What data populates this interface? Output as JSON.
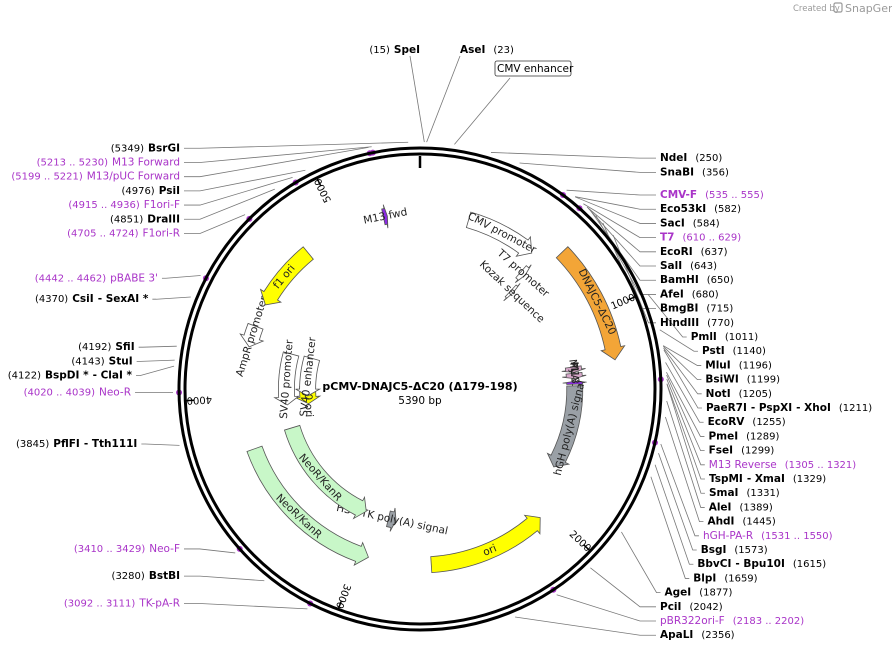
{
  "app": {
    "credit": "Created by",
    "brand": "SnapGene"
  },
  "plasmid": {
    "name": "pCMV-DNAJC5-ΔC20 (Δ179-198)",
    "length_label": "5390 bp",
    "length": 5390
  },
  "ruler": [
    {
      "bp": 1000,
      "label": "1000"
    },
    {
      "bp": 2000,
      "label": "2000"
    },
    {
      "bp": 3000,
      "label": "3000"
    },
    {
      "bp": 4000,
      "label": "4000"
    },
    {
      "bp": 5000,
      "label": "5000"
    }
  ],
  "labels": [
    {
      "id": "SpeI",
      "side": "top",
      "color": "black",
      "parts": [
        {
          "t": "(15)",
          "k": "p"
        },
        {
          "t": "SpeI",
          "k": "e"
        }
      ],
      "bp": 15
    },
    {
      "id": "AseI",
      "side": "top",
      "color": "black",
      "parts": [
        {
          "t": "AseI",
          "k": "e"
        },
        {
          "t": "(23)",
          "k": "p"
        }
      ],
      "bp": 23
    },
    {
      "id": "BsrGI",
      "side": "left",
      "color": "black",
      "parts": [
        {
          "t": "(5349)",
          "k": "p"
        },
        {
          "t": "BsrGI",
          "k": "e"
        }
      ],
      "bp": 5349
    },
    {
      "id": "CMVenh",
      "side": "box",
      "color": "black",
      "parts": [
        {
          "t": "CMV enhancer",
          "k": "f"
        }
      ],
      "bp": 120
    },
    {
      "id": "NdeI",
      "side": "right",
      "color": "black",
      "parts": [
        {
          "t": "NdeI",
          "k": "e"
        },
        {
          "t": "(250)",
          "k": "p"
        }
      ],
      "bp": 250
    },
    {
      "id": "SnaBI",
      "side": "right",
      "color": "black",
      "parts": [
        {
          "t": "SnaBI",
          "k": "e"
        },
        {
          "t": "(356)",
          "k": "p"
        }
      ],
      "bp": 356
    },
    {
      "id": "CMVF",
      "side": "right",
      "color": "purple",
      "parts": [
        {
          "t": "CMV-F",
          "k": "e"
        },
        {
          "t": "(535 .. 555)",
          "k": "p"
        }
      ],
      "bp": 545
    },
    {
      "id": "Eco53kI",
      "side": "right",
      "color": "black",
      "parts": [
        {
          "t": "Eco53kI",
          "k": "e"
        },
        {
          "t": "(582)",
          "k": "p"
        }
      ],
      "bp": 582
    },
    {
      "id": "SacI",
      "side": "right",
      "color": "black",
      "parts": [
        {
          "t": "SacI",
          "k": "e"
        },
        {
          "t": "(584)",
          "k": "p"
        }
      ],
      "bp": 584
    },
    {
      "id": "T7",
      "side": "right",
      "color": "purple",
      "parts": [
        {
          "t": "T7",
          "k": "e"
        },
        {
          "t": "(610 .. 629)",
          "k": "p"
        }
      ],
      "bp": 620
    },
    {
      "id": "EcoRI",
      "side": "right",
      "color": "black",
      "parts": [
        {
          "t": "EcoRI",
          "k": "e"
        },
        {
          "t": "(637)",
          "k": "p"
        }
      ],
      "bp": 637
    },
    {
      "id": "SalI",
      "side": "right",
      "color": "black",
      "parts": [
        {
          "t": "SalI",
          "k": "e"
        },
        {
          "t": "(643)",
          "k": "p"
        }
      ],
      "bp": 643
    },
    {
      "id": "BamHI",
      "side": "right",
      "color": "black",
      "parts": [
        {
          "t": "BamHI",
          "k": "e"
        },
        {
          "t": "(650)",
          "k": "p"
        }
      ],
      "bp": 650
    },
    {
      "id": "AfeI",
      "side": "right",
      "color": "black",
      "parts": [
        {
          "t": "AfeI",
          "k": "e"
        },
        {
          "t": "(680)",
          "k": "p"
        }
      ],
      "bp": 680
    },
    {
      "id": "BmgBI",
      "side": "right",
      "color": "black",
      "parts": [
        {
          "t": "BmgBI",
          "k": "e"
        },
        {
          "t": "(715)",
          "k": "p"
        }
      ],
      "bp": 715
    },
    {
      "id": "HindIII",
      "side": "right",
      "color": "black",
      "parts": [
        {
          "t": "HindIII",
          "k": "e"
        },
        {
          "t": "(770)",
          "k": "p"
        }
      ],
      "bp": 770
    },
    {
      "id": "PmlI",
      "side": "right",
      "color": "black",
      "parts": [
        {
          "t": "PmlI",
          "k": "e"
        },
        {
          "t": "(1011)",
          "k": "p"
        }
      ],
      "bp": 1011
    },
    {
      "id": "PstI",
      "side": "right",
      "color": "black",
      "parts": [
        {
          "t": "PstI",
          "k": "e"
        },
        {
          "t": "(1140)",
          "k": "p"
        }
      ],
      "bp": 1140
    },
    {
      "id": "MluI",
      "side": "right",
      "color": "black",
      "parts": [
        {
          "t": "MluI",
          "k": "e"
        },
        {
          "t": "(1196)",
          "k": "p"
        }
      ],
      "bp": 1196
    },
    {
      "id": "BsiWI",
      "side": "right",
      "color": "black",
      "parts": [
        {
          "t": "BsiWI",
          "k": "e"
        },
        {
          "t": "(1199)",
          "k": "p"
        }
      ],
      "bp": 1199
    },
    {
      "id": "NotI",
      "side": "right",
      "color": "black",
      "parts": [
        {
          "t": "NotI",
          "k": "e"
        },
        {
          "t": "(1205)",
          "k": "p"
        }
      ],
      "bp": 1205
    },
    {
      "id": "PaeR7I",
      "side": "right",
      "color": "black",
      "parts": [
        {
          "t": "PaeR7I",
          "k": "e"
        },
        {
          "t": "- PspXI",
          "k": "e"
        },
        {
          "t": "- XhoI",
          "k": "e"
        },
        {
          "t": "(1211)",
          "k": "p"
        }
      ],
      "bp": 1211
    },
    {
      "id": "EcoRV",
      "side": "right",
      "color": "black",
      "parts": [
        {
          "t": "EcoRV",
          "k": "e"
        },
        {
          "t": "(1255)",
          "k": "p"
        }
      ],
      "bp": 1255
    },
    {
      "id": "PmeI",
      "side": "right",
      "color": "black",
      "parts": [
        {
          "t": "PmeI",
          "k": "e"
        },
        {
          "t": "(1289)",
          "k": "p"
        }
      ],
      "bp": 1289
    },
    {
      "id": "FseI",
      "side": "right",
      "color": "black",
      "parts": [
        {
          "t": "FseI",
          "k": "e"
        },
        {
          "t": "(1299)",
          "k": "p"
        }
      ],
      "bp": 1299
    },
    {
      "id": "M13Rev",
      "side": "right",
      "color": "purple",
      "parts": [
        {
          "t": "M13 Reverse",
          "k": "f"
        },
        {
          "t": "(1305 .. 1321)",
          "k": "p"
        }
      ],
      "bp": 1313
    },
    {
      "id": "TspMI",
      "side": "right",
      "color": "black",
      "parts": [
        {
          "t": "TspMI",
          "k": "e"
        },
        {
          "t": "- XmaI",
          "k": "e"
        },
        {
          "t": "(1329)",
          "k": "p"
        }
      ],
      "bp": 1329
    },
    {
      "id": "SmaI",
      "side": "right",
      "color": "black",
      "parts": [
        {
          "t": "SmaI",
          "k": "e"
        },
        {
          "t": "(1331)",
          "k": "p"
        }
      ],
      "bp": 1331
    },
    {
      "id": "AleI",
      "side": "right",
      "color": "black",
      "parts": [
        {
          "t": "AleI",
          "k": "e"
        },
        {
          "t": "(1389)",
          "k": "p"
        }
      ],
      "bp": 1389
    },
    {
      "id": "AhdI",
      "side": "right",
      "color": "black",
      "parts": [
        {
          "t": "AhdI",
          "k": "e"
        },
        {
          "t": "(1445)",
          "k": "p"
        }
      ],
      "bp": 1445
    },
    {
      "id": "hGHPAR",
      "side": "right",
      "color": "purple",
      "parts": [
        {
          "t": "hGH-PA-R",
          "k": "f"
        },
        {
          "t": "(1531 .. 1550)",
          "k": "p"
        }
      ],
      "bp": 1540
    },
    {
      "id": "BsgI",
      "side": "right",
      "color": "black",
      "parts": [
        {
          "t": "BsgI",
          "k": "e"
        },
        {
          "t": "(1573)",
          "k": "p"
        }
      ],
      "bp": 1573
    },
    {
      "id": "BbvCI",
      "side": "right",
      "color": "black",
      "parts": [
        {
          "t": "BbvCI",
          "k": "e"
        },
        {
          "t": "- Bpu10I",
          "k": "e"
        },
        {
          "t": "(1615)",
          "k": "p"
        }
      ],
      "bp": 1615
    },
    {
      "id": "BlpI",
      "side": "right",
      "color": "black",
      "parts": [
        {
          "t": "BlpI",
          "k": "e"
        },
        {
          "t": "(1659)",
          "k": "p"
        }
      ],
      "bp": 1659
    },
    {
      "id": "AgeI",
      "side": "right",
      "color": "black",
      "parts": [
        {
          "t": "AgeI",
          "k": "e"
        },
        {
          "t": "(1877)",
          "k": "p"
        }
      ],
      "bp": 1877
    },
    {
      "id": "PciI",
      "side": "right",
      "color": "black",
      "parts": [
        {
          "t": "PciI",
          "k": "e"
        },
        {
          "t": "(2042)",
          "k": "p"
        }
      ],
      "bp": 2042
    },
    {
      "id": "pBR322oriF",
      "side": "right",
      "color": "purple",
      "parts": [
        {
          "t": "pBR322ori-F",
          "k": "f"
        },
        {
          "t": "(2183 .. 2202)",
          "k": "p"
        }
      ],
      "bp": 2192
    },
    {
      "id": "ApaLI",
      "side": "right",
      "color": "black",
      "parts": [
        {
          "t": "ApaLI",
          "k": "e"
        },
        {
          "t": "(2356)",
          "k": "p"
        }
      ],
      "bp": 2356
    },
    {
      "id": "TKpAR",
      "side": "left",
      "color": "purple",
      "parts": [
        {
          "t": "(3092 .. 3111)",
          "k": "p"
        },
        {
          "t": "TK-pA-R",
          "k": "f"
        }
      ],
      "bp": 3101
    },
    {
      "id": "BstBI",
      "side": "left",
      "color": "black",
      "parts": [
        {
          "t": "(3280)",
          "k": "p"
        },
        {
          "t": "BstBI",
          "k": "e"
        }
      ],
      "bp": 3280
    },
    {
      "id": "NeoF",
      "side": "left",
      "color": "purple",
      "parts": [
        {
          "t": "(3410 .. 3429)",
          "k": "p"
        },
        {
          "t": "Neo-F",
          "k": "f"
        }
      ],
      "bp": 3420
    },
    {
      "id": "PflFI",
      "side": "left",
      "color": "black",
      "parts": [
        {
          "t": "(3845)",
          "k": "p"
        },
        {
          "t": "PflFI",
          "k": "e"
        },
        {
          "t": "- Tth111I",
          "k": "e"
        }
      ],
      "bp": 3845
    },
    {
      "id": "NeoR",
      "side": "left",
      "color": "purple",
      "parts": [
        {
          "t": "(4020 .. 4039)",
          "k": "p"
        },
        {
          "t": "Neo-R",
          "k": "f"
        }
      ],
      "bp": 4030
    },
    {
      "id": "BspDI",
      "side": "left",
      "color": "black",
      "parts": [
        {
          "t": "(4122)",
          "k": "p"
        },
        {
          "t": "BspDI *",
          "k": "e"
        },
        {
          "t": "- ClaI *",
          "k": "e"
        }
      ],
      "bp": 4122
    },
    {
      "id": "StuI",
      "side": "left",
      "color": "black",
      "parts": [
        {
          "t": "(4143)",
          "k": "p"
        },
        {
          "t": "StuI",
          "k": "e"
        }
      ],
      "bp": 4143
    },
    {
      "id": "SfiI",
      "side": "left",
      "color": "black",
      "parts": [
        {
          "t": "(4192)",
          "k": "p"
        },
        {
          "t": "SfiI",
          "k": "e"
        }
      ],
      "bp": 4192
    },
    {
      "id": "CsiI",
      "side": "left",
      "color": "black",
      "parts": [
        {
          "t": "(4370)",
          "k": "p"
        },
        {
          "t": "CsiI",
          "k": "e"
        },
        {
          "t": "- SexAI *",
          "k": "e"
        }
      ],
      "bp": 4370
    },
    {
      "id": "pBABE3",
      "side": "left",
      "color": "purple",
      "parts": [
        {
          "t": "(4442 .. 4462)",
          "k": "p"
        },
        {
          "t": "pBABE 3'",
          "k": "f"
        }
      ],
      "bp": 4452
    },
    {
      "id": "F1oriR",
      "side": "left",
      "color": "purple",
      "parts": [
        {
          "t": "(4705 .. 4724)",
          "k": "p"
        },
        {
          "t": "F1ori-R",
          "k": "f"
        }
      ],
      "bp": 4715
    },
    {
      "id": "DraIII",
      "side": "left",
      "color": "black",
      "parts": [
        {
          "t": "(4851)",
          "k": "p"
        },
        {
          "t": "DraIII",
          "k": "e"
        }
      ],
      "bp": 4851
    },
    {
      "id": "F1oriF",
      "side": "left",
      "color": "purple",
      "parts": [
        {
          "t": "(4915 .. 4936)",
          "k": "p"
        },
        {
          "t": "F1ori-F",
          "k": "f"
        }
      ],
      "bp": 4925
    },
    {
      "id": "PsiI",
      "side": "left",
      "color": "black",
      "parts": [
        {
          "t": "(4976)",
          "k": "p"
        },
        {
          "t": "PsiI",
          "k": "e"
        }
      ],
      "bp": 4976
    },
    {
      "id": "M13pUC",
      "side": "left",
      "color": "purple",
      "parts": [
        {
          "t": "(5199 .. 5221)",
          "k": "p"
        },
        {
          "t": "M13/pUC Forward",
          "k": "f"
        }
      ],
      "bp": 5210
    },
    {
      "id": "M13F",
      "side": "left",
      "color": "purple",
      "parts": [
        {
          "t": "(5213 .. 5230)",
          "k": "p"
        },
        {
          "t": "M13 Forward",
          "k": "f"
        }
      ],
      "bp": 5221
    }
  ],
  "features": [
    {
      "name": "CMV promoter",
      "start": 240,
      "end": 590,
      "strand": 1,
      "color": "#ffffff",
      "radius": 0.83
    },
    {
      "name": "T7 promoter",
      "start": 610,
      "end": 640,
      "strand": 1,
      "color": "#ffffff",
      "radius": 0.73
    },
    {
      "name": "Kozak sequence",
      "start": 640,
      "end": 660,
      "strand": 1,
      "color": "#ffffff",
      "radius": 0.63
    },
    {
      "name": "DNAJC5-ΔC20",
      "start": 690,
      "end": 1220,
      "strand": 1,
      "color": "#f3a537",
      "radius": 0.93
    },
    {
      "name": "Myc",
      "start": 1225,
      "end": 1255,
      "strand": 1,
      "color": "#d9a9cc",
      "radius": 0.73
    },
    {
      "name": "FLAG",
      "start": 1260,
      "end": 1290,
      "strand": 1,
      "color": "#d9a9cc",
      "radius": 0.73
    },
    {
      "name": "M13 rev",
      "start": 1305,
      "end": 1321,
      "strand": -1,
      "color": "#8a2be2",
      "radius": 0.73
    },
    {
      "name": "hGH poly(A) signal",
      "start": 1330,
      "end": 1800,
      "strand": 1,
      "color": "#9aa0a6",
      "radius": 0.73
    },
    {
      "name": "ori",
      "start": 2050,
      "end": 2640,
      "strand": -1,
      "color": "#ffff00",
      "radius": 0.83
    },
    {
      "name": "HSV TK poly(A) signal",
      "start": 2850,
      "end": 2900,
      "strand": -1,
      "color": "#9aa0a6",
      "radius": 0.63
    },
    {
      "name": "NeoR/KanR",
      "start": 2950,
      "end": 3745,
      "strand": -1,
      "color": "#c8f7c8",
      "radius": 0.83
    },
    {
      "name": "NeoR/KanR",
      "start": 3050,
      "end": 3790,
      "strand": -1,
      "color": "#c8f7c8",
      "radius": 0.63
    },
    {
      "name": "SV40 ori",
      "start": 3930,
      "end": 4060,
      "strand": -1,
      "color": "#ffff00",
      "radius": 0.53
    },
    {
      "name": "SV40 promoter",
      "start": 3940,
      "end": 4270,
      "strand": -1,
      "color": "#ffffff",
      "radius": 0.63
    },
    {
      "name": "SV40 enhancer",
      "start": 3990,
      "end": 4280,
      "strand": -1,
      "color": "#ffffff",
      "radius": 0.53
    },
    {
      "name": "AmpR promoter",
      "start": 4250,
      "end": 4355,
      "strand": -1,
      "color": "#ffffff",
      "radius": 0.83
    },
    {
      "name": "f1 ori",
      "start": 4470,
      "end": 4800,
      "strand": -1,
      "color": "#ffff00",
      "radius": 0.83
    },
    {
      "name": "M13 fwd",
      "start": 5210,
      "end": 5230,
      "strand": 1,
      "color": "#8a2be2",
      "radius": 0.83
    }
  ],
  "colors": {
    "purple": "#a934c8",
    "orange": "#f3a537",
    "green": "#2e7d10",
    "black": "#000000"
  }
}
